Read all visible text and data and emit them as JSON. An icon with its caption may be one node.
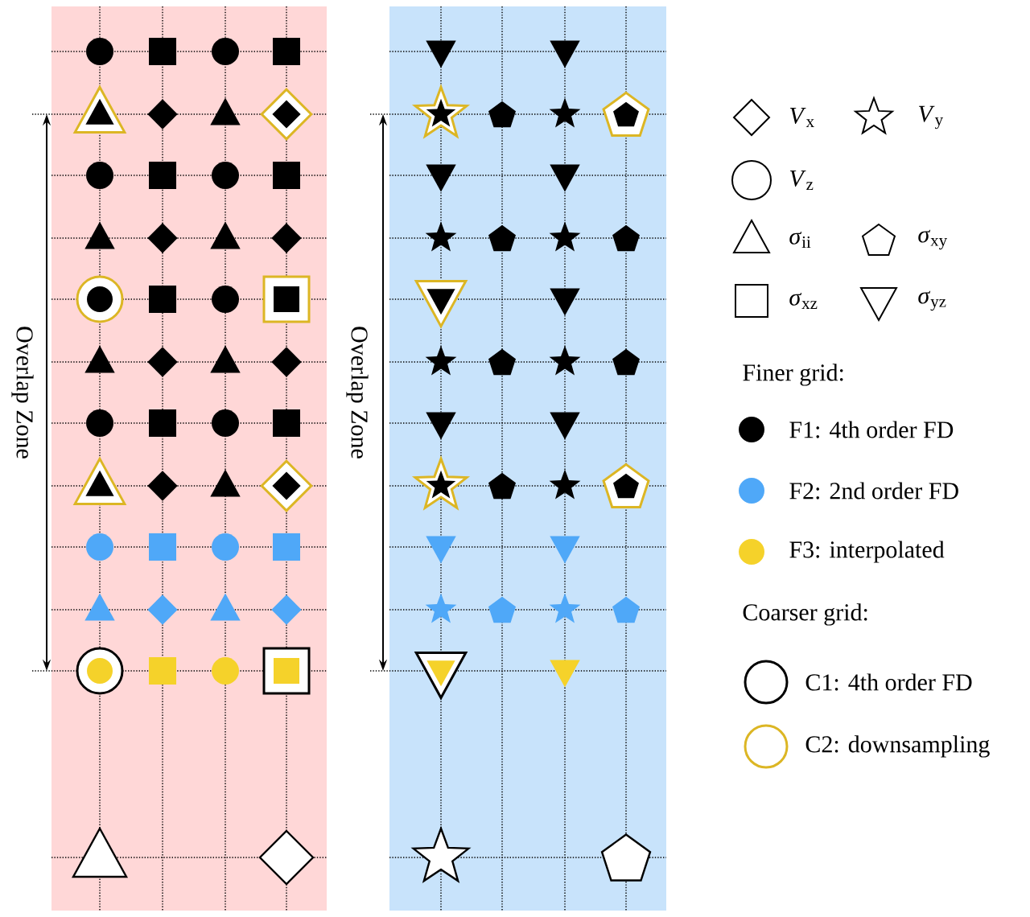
{
  "diagram": {
    "labels": [
      "Overlap Zone",
      "Overlap Zone",
      "Finer grid:",
      "Coarser grid:"
    ],
    "legend": [
      {
        "text": "*V*$_{x}$"
      },
      {
        "text": "*V*$_{y}$"
      },
      {
        "text": "*V*$_{z}$"
      },
      {
        "text": "*σ*$_{ii}$"
      },
      {
        "text": "*σ*$_{xy}$"
      },
      {
        "text": "*σ*$_{xz}$"
      },
      {
        "text": "*σ*$_{yz}$"
      },
      {
        "text": "F1: 4th order FD",
        "color": "#000000"
      },
      {
        "text": "F2: 2nd order FD",
        "color": "#4fa8f8"
      },
      {
        "text": "F3: interpolated",
        "color": "#f5d22a"
      },
      {
        "text": "C1: 4th order FD",
        "color": "#000000"
      },
      {
        "text": "C2: downsampling",
        "color": "#dcb624"
      }
    ]
  }
}
